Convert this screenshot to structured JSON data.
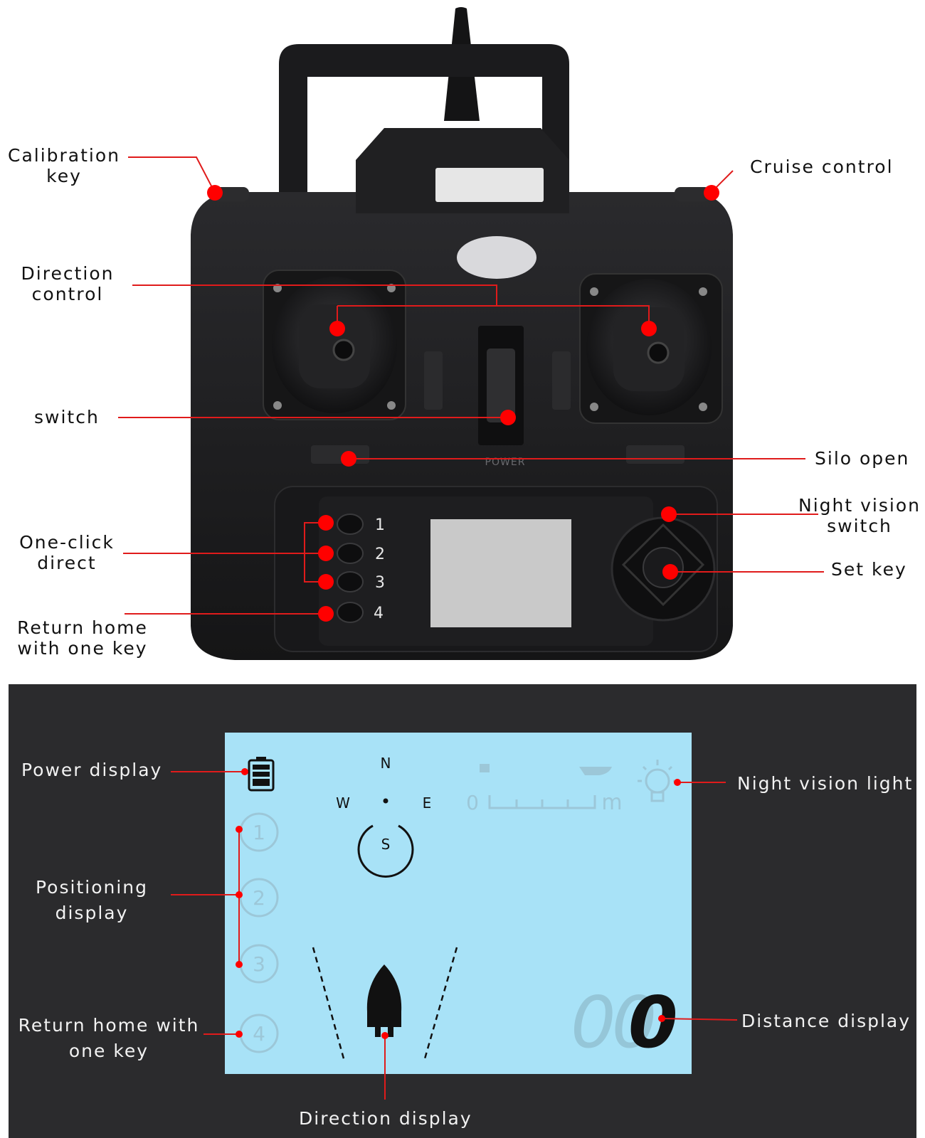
{
  "controller": {
    "button_numbers": [
      "1",
      "2",
      "3",
      "4"
    ],
    "power_text": "POWER"
  },
  "callouts_top": {
    "calibration_key": [
      "Calibration",
      "key"
    ],
    "cruise_control": "Cruise control",
    "direction_control": [
      "Direction",
      "control"
    ],
    "switch": "switch",
    "silo_open": "Silo open",
    "night_vision_switch": [
      "Night vision",
      "switch"
    ],
    "one_click_direct": [
      "One-click",
      "direct"
    ],
    "set_key": "Set key",
    "return_home": [
      "Return home",
      "with one key"
    ]
  },
  "callouts_bottom": {
    "power_display": "Power display",
    "night_vision_light": "Night vision light",
    "positioning_display": [
      "Positioning",
      "display"
    ],
    "return_home": [
      "Return home with",
      "one key"
    ],
    "distance_display": "Distance display",
    "direction_display": "Direction display"
  },
  "lcd": {
    "compass": {
      "n": "N",
      "s": "S",
      "e": "E",
      "w": "W"
    },
    "scale_start": "0",
    "scale_unit": "m",
    "position_slots": [
      "1",
      "2",
      "3",
      "4"
    ],
    "distance_faded": "00",
    "distance_active": "0"
  },
  "colors": {
    "callout_line": "#e01b1b",
    "callout_dot": "#ff0000",
    "lcd_background": "#a8e2f7",
    "panel_background": "#2b2b2d",
    "controller_body": "#1c1c1e"
  }
}
